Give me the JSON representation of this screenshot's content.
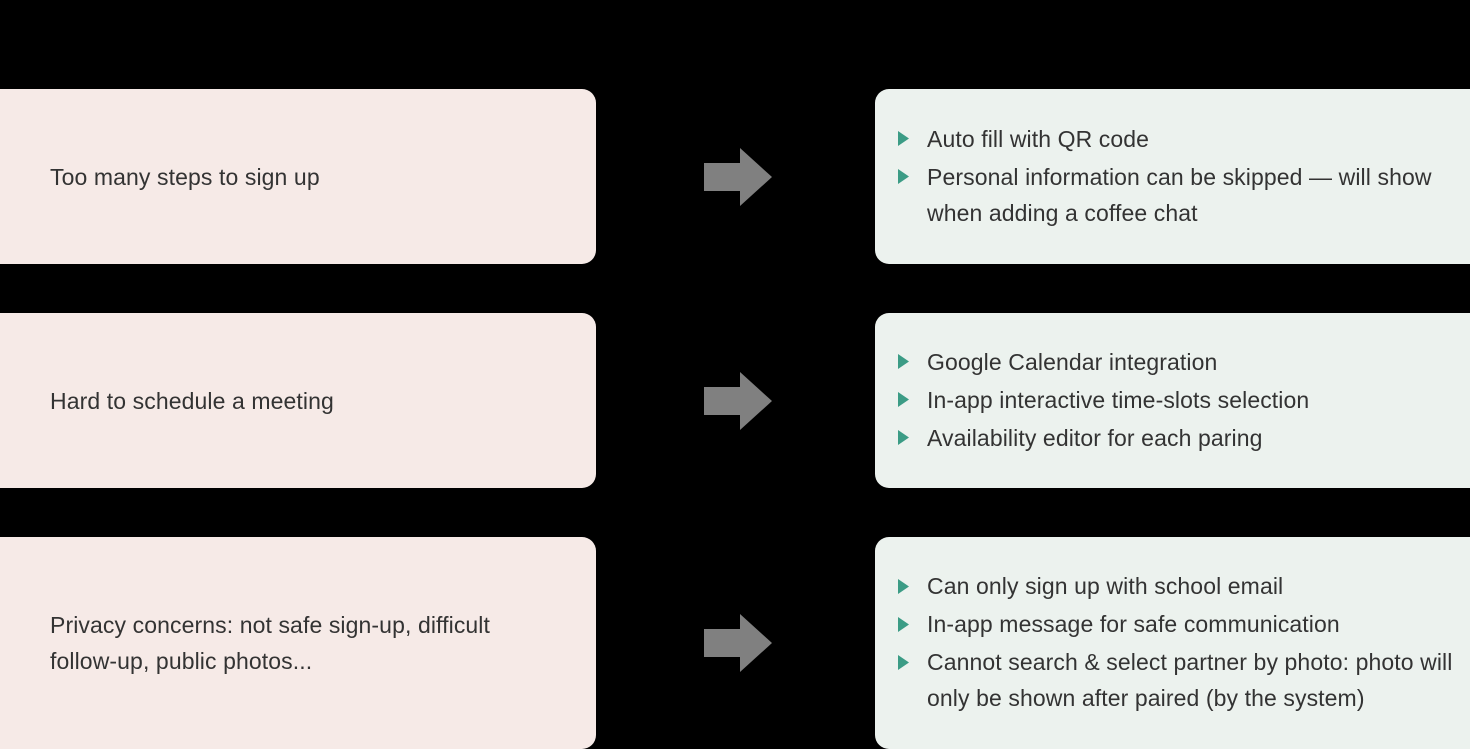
{
  "colors": {
    "background": "#000000",
    "problem_card": "#f6eae7",
    "solution_card": "#ecf2ee",
    "arrow": "#808080",
    "bullet_marker": "#3b9c85",
    "text": "#333333"
  },
  "icons": {
    "arrow": "right-block-arrow-icon",
    "bullet": "triangle-right-bullet-icon"
  },
  "rows": [
    {
      "problem": "Too many steps to sign up",
      "solutions": [
        "Auto fill with QR code",
        "Personal information can be skipped — will show when adding a coffee chat"
      ]
    },
    {
      "problem": "Hard to schedule a meeting",
      "solutions": [
        "Google Calendar integration",
        "In-app interactive time-slots selection",
        "Availability editor for each paring"
      ]
    },
    {
      "problem": "Privacy concerns: not safe sign-up, difficult follow-up, public photos...",
      "solutions": [
        "Can only sign up with school email",
        "In-app message for safe communication",
        "Cannot search & select partner by photo: photo will only be shown after paired (by the system)"
      ]
    }
  ]
}
